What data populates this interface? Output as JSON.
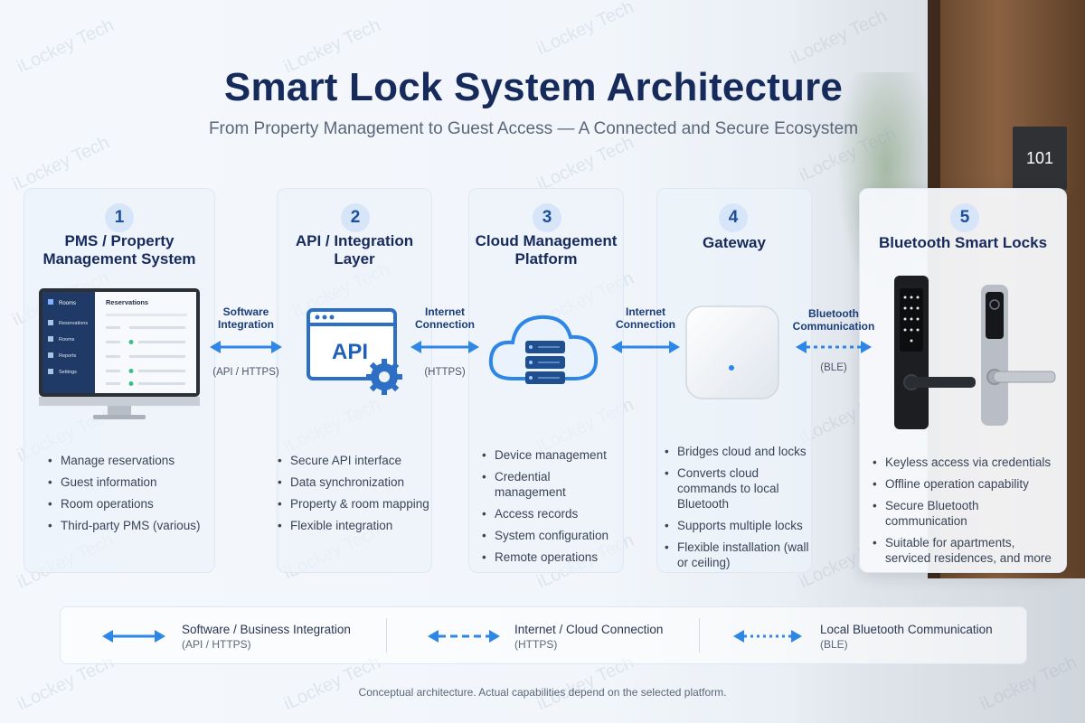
{
  "watermark": "iLockey Tech",
  "room_number": "101",
  "title": "Smart Lock System Architecture",
  "subtitle": "From Property Management to Guest Access — A Connected and Secure Ecosystem",
  "colors": {
    "accent": "#2e86e6",
    "title": "#172a5c",
    "badge_bg": "#d6e5f8"
  },
  "cards": [
    {
      "number": "1",
      "title_l1": "PMS / Property",
      "title_l2": "Management System",
      "screen": {
        "header": "Reservations",
        "nav": [
          "Rooms",
          "Reservations",
          "Rooms",
          "Reports",
          "Settings"
        ]
      },
      "bullets": [
        "Manage reservations",
        "Guest information",
        "Room operations",
        "Third-party PMS (various)"
      ]
    },
    {
      "number": "2",
      "title_l1": "API / Integration",
      "title_l2": "Layer",
      "icon_text": "API",
      "bullets": [
        "Secure API interface",
        "Data synchronization",
        "Property & room mapping",
        "Flexible integration"
      ]
    },
    {
      "number": "3",
      "title_l1": "Cloud Management",
      "title_l2": "Platform",
      "bullets": [
        "Device management",
        "Credential management",
        "Access records",
        "System configuration",
        "Remote operations"
      ]
    },
    {
      "number": "4",
      "title_l1": "Gateway",
      "title_l2": "",
      "bullets": [
        "Bridges cloud and locks",
        "Converts cloud commands to local Bluetooth",
        "Supports multiple locks",
        "Flexible installation (wall or ceiling)"
      ]
    },
    {
      "number": "5",
      "title_l1": "Bluetooth Smart Locks",
      "title_l2": "",
      "bullets": [
        "Keyless access via credentials",
        "Offline operation capability",
        "Secure Bluetooth communication",
        "Suitable for apartments, serviced residences, and more"
      ]
    }
  ],
  "connectors": [
    {
      "label_l1": "Software",
      "label_l2": "Integration",
      "sub": "(API / HTTPS)"
    },
    {
      "label_l1": "Internet",
      "label_l2": "Connection",
      "sub": "(HTTPS)"
    },
    {
      "label_l1": "Internet",
      "label_l2": "Connection",
      "sub": ""
    },
    {
      "label_l1": "Bluetooth",
      "label_l2": "Communication",
      "sub": "(BLE)"
    }
  ],
  "legend": [
    {
      "label": "Software / Business Integration",
      "sub": "(API / HTTPS)"
    },
    {
      "label": "Internet / Cloud Connection",
      "sub": "(HTTPS)"
    },
    {
      "label": "Local Bluetooth Communication",
      "sub": "(BLE)"
    }
  ],
  "footnote": "Conceptual architecture. Actual capabilities depend on the selected platform."
}
